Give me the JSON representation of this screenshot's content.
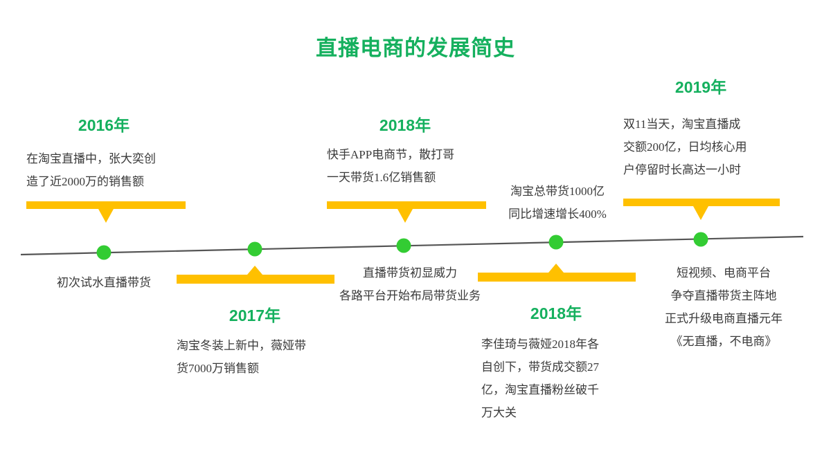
{
  "title": "直播电商的发展简史",
  "colors": {
    "accent_green": "#15b05e",
    "dot_green": "#33cc33",
    "bracket_yellow": "#FFC000",
    "axis_gray": "#555555",
    "body_text": "#3a3a3a"
  },
  "timeline": {
    "milestones": [
      {
        "id": "m1",
        "year": "2016年",
        "side": "above",
        "description": "在淘宝直播中，张大奕创\n造了近2000万的销售额",
        "caption": "初次试水直播带货"
      },
      {
        "id": "m2",
        "year": "2017年",
        "side": "below",
        "description": "淘宝冬装上新中，薇娅带\n货7000万销售额",
        "caption": ""
      },
      {
        "id": "m3",
        "year": "2018年",
        "side": "above",
        "description": "快手APP电商节，散打哥\n一天带货1.6亿销售额",
        "caption": "直播带货初显威力\n各路平台开始布局带货业务"
      },
      {
        "id": "m4",
        "year": "2018年",
        "side": "below",
        "description": "李佳琦与薇娅2018年各\n自创下，带货成交额27\n亿，淘宝直播粉丝破千\n万大关",
        "caption": "淘宝总带货1000亿\n同比增速增长400%"
      },
      {
        "id": "m5",
        "year": "2019年",
        "side": "above",
        "description": "双11当天，淘宝直播成\n交额200亿，日均核心用\n户停留时长高达一小时",
        "caption": "短视频、电商平台\n争夺直播带货主阵地\n正式升级电商直播元年\n《无直播，不电商》"
      }
    ]
  }
}
